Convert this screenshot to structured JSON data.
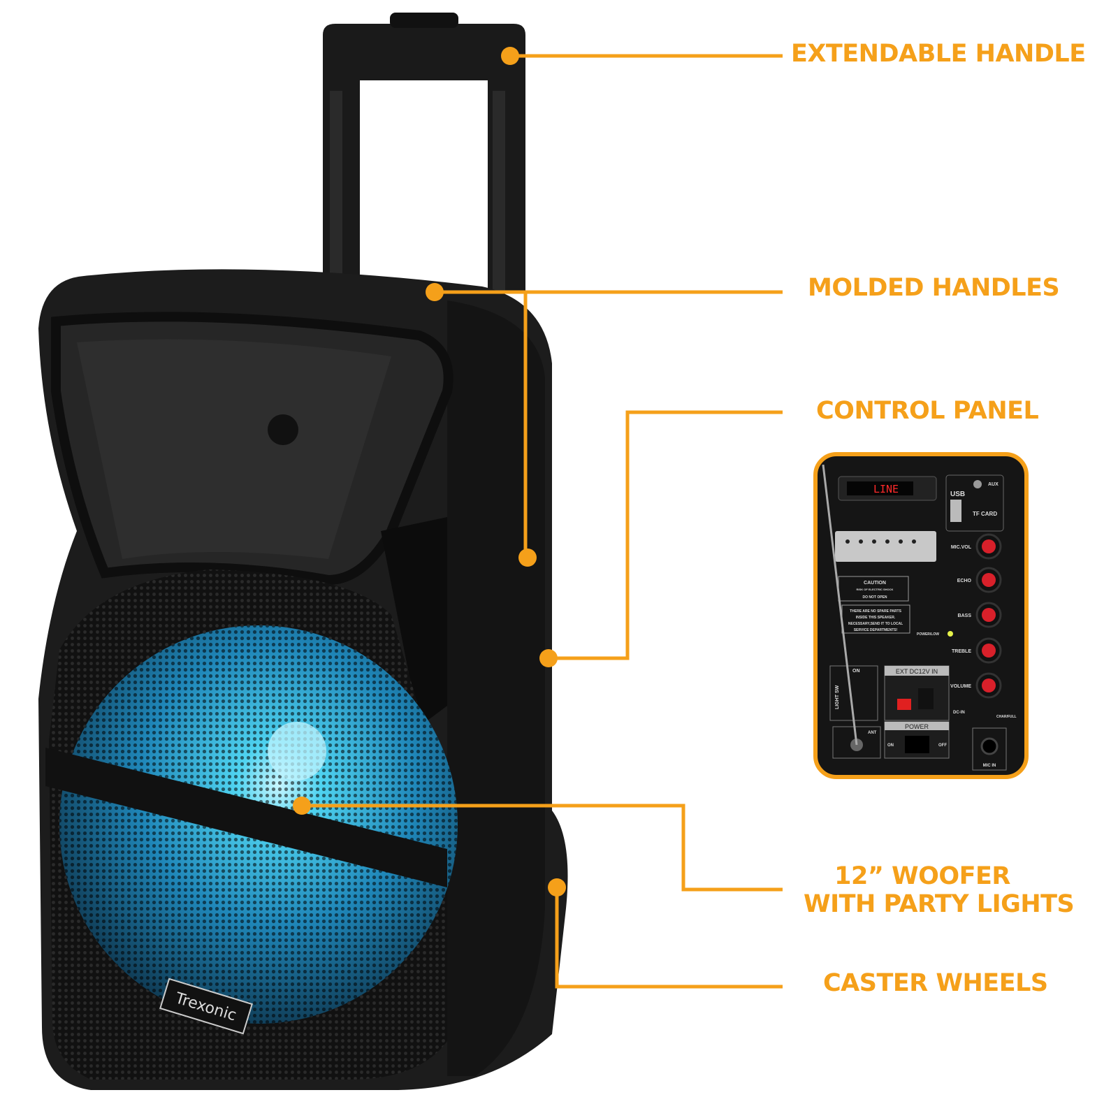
{
  "callouts": {
    "extendable_handle": "EXTENDABLE HANDLE",
    "molded_handles": "MOLDED HANDLES",
    "control_panel": "CONTROL PANEL",
    "woofer_line1": "12” WOOFER",
    "woofer_line2": "WITH PARTY LIGHTS",
    "caster_wheels": "CASTER WHEELS"
  },
  "brand_logo": "Trexonic",
  "control_panel": {
    "display": "LINE",
    "usb": "USB",
    "aux": "AUX",
    "tf_card": "TF CARD",
    "knobs": [
      "MIC.VOL",
      "ECHO",
      "BASS",
      "TREBLE",
      "VOLUME"
    ],
    "caution_title": "CAUTION",
    "caution_sub": "RISK OF ELECTRIC SHOCK",
    "do_not_open": "DO NOT OPEN",
    "notice": [
      "THERE ARE NO SPARE PARTS",
      "INSIDE THIS SPEAKER.",
      "NECESSARY,SEND IT TO LOCAL",
      "SERVICE DEPARTMENTS!"
    ],
    "power_low": "POWER/LOW",
    "light_sw": "LIGHT SW",
    "on": "ON",
    "ext_dc": "EXT  DC12V IN",
    "dc_in": "DC-IN",
    "charge": "CHAR/FULL",
    "power": "POWER",
    "off": "OFF",
    "ant": "ANT",
    "mic_in": "MIC  IN"
  },
  "colors": {
    "accent": "#F5A01A",
    "body": "#1c1c1c",
    "light": "#3fc6e8",
    "knob": "#d8202a"
  }
}
